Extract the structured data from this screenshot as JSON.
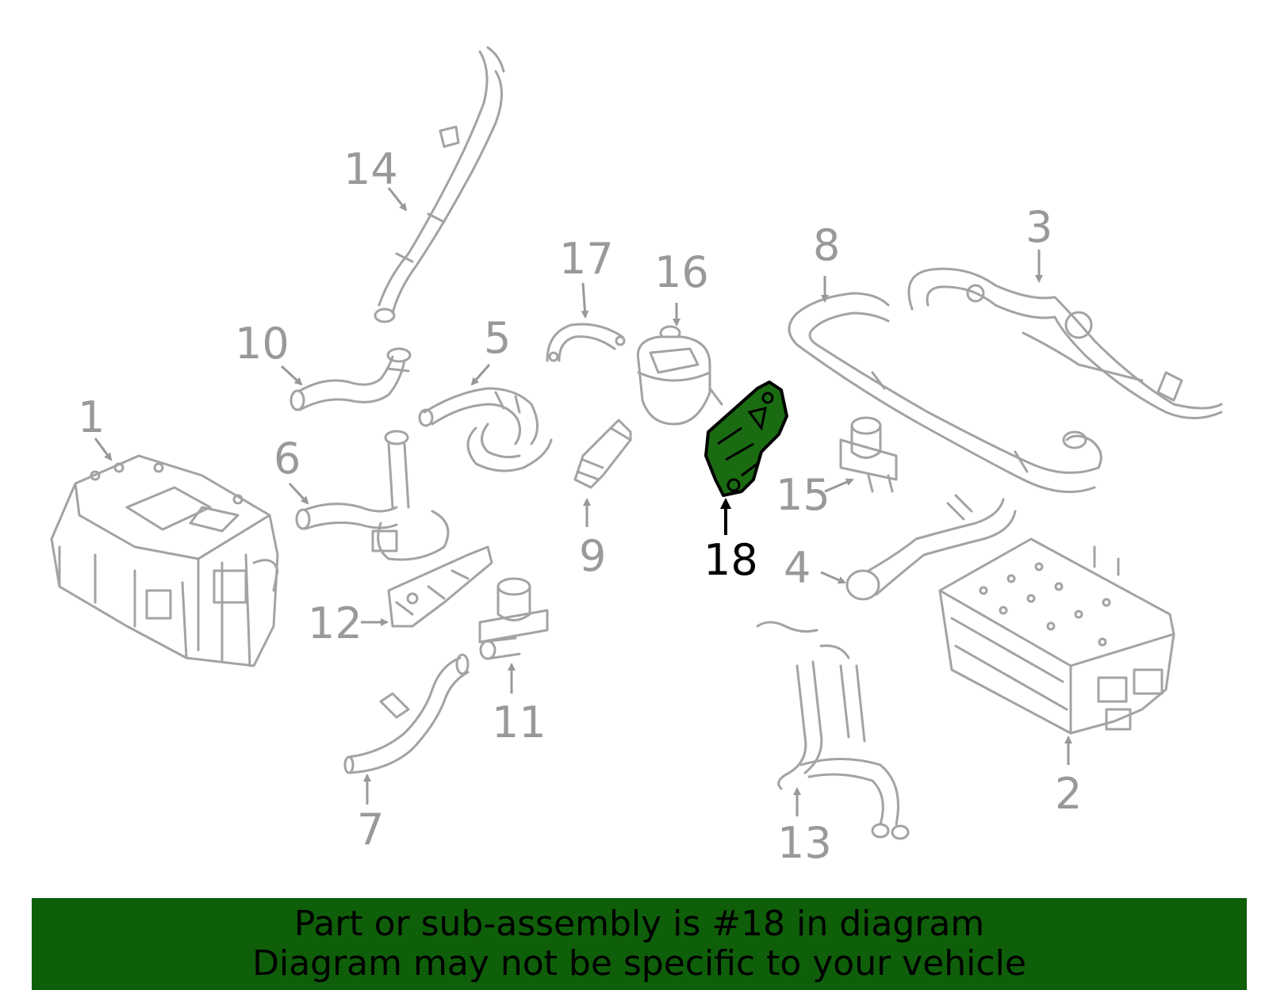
{
  "diagram": {
    "highlight_color": "#1a6b12",
    "highlighted_part": "18",
    "callouts": [
      "1",
      "2",
      "3",
      "4",
      "5",
      "6",
      "7",
      "8",
      "9",
      "10",
      "11",
      "12",
      "13",
      "14",
      "15",
      "16",
      "17",
      "18"
    ]
  },
  "banner": {
    "background": "#0f5e0a",
    "line1": "Part or sub-assembly is #18 in diagram",
    "line2": "Diagram may not be specific to your vehicle"
  }
}
